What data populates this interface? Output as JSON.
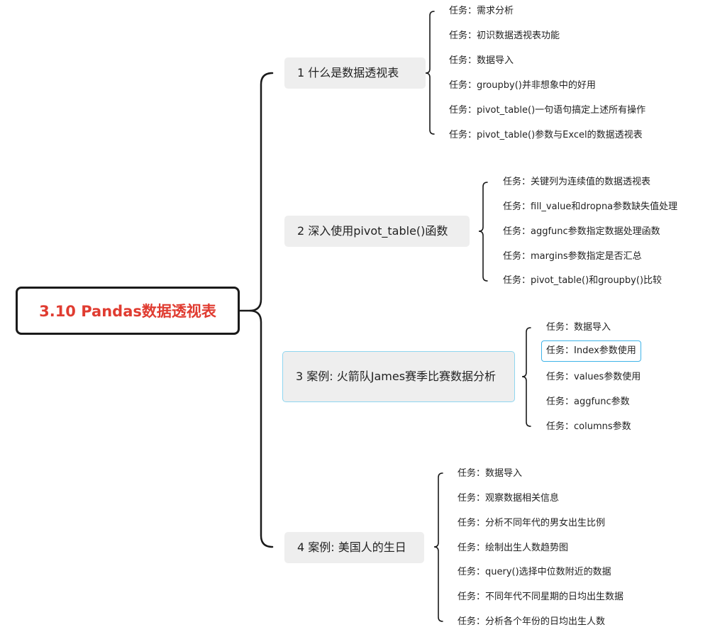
{
  "root": {
    "title": "3.10 Pandas数据透视表"
  },
  "branches": [
    {
      "label": "1 什么是数据透视表",
      "tasks": [
        "任务：需求分析",
        "任务：初识数据透视表功能",
        "任务：数据导入",
        "任务：groupby()并非想象中的好用",
        "任务：pivot_table()一句语句搞定上述所有操作",
        "任务：pivot_table()参数与Excel的数据透视表"
      ]
    },
    {
      "label": "2 深入使用pivot_table()函数",
      "tasks": [
        "任务：关键列为连续值的数据透视表",
        "任务：fill_value和dropna参数缺失值处理",
        "任务：aggfunc参数指定数据处理函数",
        "任务：margins参数指定是否汇总",
        "任务：pivot_table()和groupby()比较"
      ]
    },
    {
      "label": "3 案例: 火箭队James赛季比赛数据分析",
      "tasks": [
        "任务：数据导入",
        "任务：Index参数使用",
        "任务：values参数使用",
        "任务：aggfunc参数",
        "任务：columns参数"
      ]
    },
    {
      "label": "4 案例: 美国人的生日",
      "tasks": [
        "任务：数据导入",
        "任务：观察数据相关信息",
        "任务：分析不同年代的男女出生比例",
        "任务：绘制出生人数趋势图",
        "任务：query()选择中位数附近的数据",
        "任务：不同年代不同星期的日均出生数据",
        "任务：分析各个年份的日均出生人数"
      ]
    }
  ]
}
